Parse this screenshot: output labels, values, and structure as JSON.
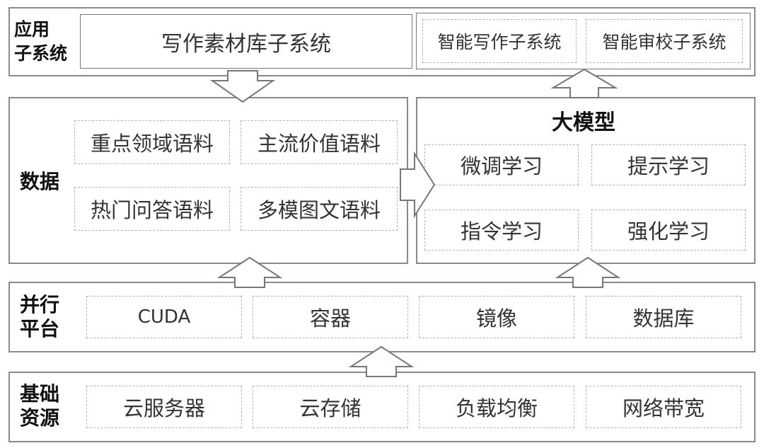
{
  "app_layer": {
    "label_line1": "应用",
    "label_line2": "子系统",
    "main_subsystem": "写作素材库子系统",
    "subsystems": [
      "智能写作子系统",
      "智能审校子系统"
    ]
  },
  "data_layer": {
    "label": "数据",
    "items": [
      "重点领域语料",
      "主流价值语料",
      "热门问答语料",
      "多模图文语料"
    ]
  },
  "model_layer": {
    "title": "大模型",
    "items": [
      "微调学习",
      "提示学习",
      "指令学习",
      "强化学习"
    ]
  },
  "platform_layer": {
    "label_line1": "并行",
    "label_line2": "平台",
    "items": [
      "CUDA",
      "容器",
      "镜像",
      "数据库"
    ]
  },
  "infra_layer": {
    "label_line1": "基础",
    "label_line2": "资源",
    "items": [
      "云服务器",
      "云存储",
      "负载均衡",
      "网络带宽"
    ]
  }
}
